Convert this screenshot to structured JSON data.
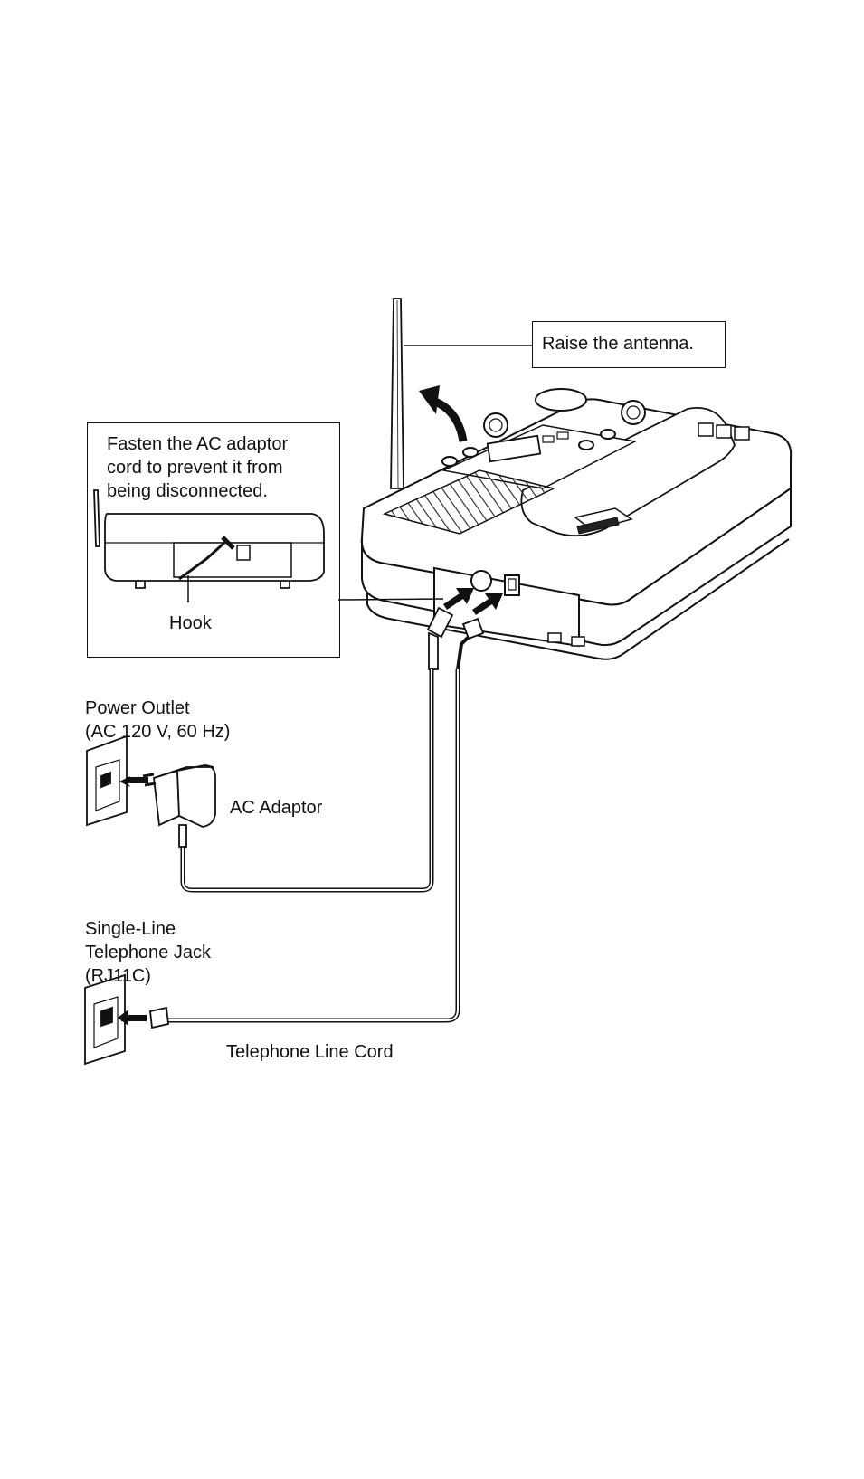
{
  "callouts": {
    "antenna": "Raise the antenna.",
    "inset_line1": "Fasten the AC adaptor",
    "inset_line2": "cord to prevent it from",
    "inset_line3": "being disconnected.",
    "hook": "Hook"
  },
  "labels": {
    "power_outlet_line1": "Power Outlet",
    "power_outlet_line2": "(AC 120 V, 60 Hz)",
    "ac_adaptor": "AC Adaptor",
    "jack_line1": "Single-Line",
    "jack_line2": "Telephone Jack",
    "jack_line3": "(RJ11C)",
    "line_cord": "Telephone Line Cord"
  },
  "icons": {
    "base_unit": "phone-base-unit-icon",
    "antenna": "antenna-icon",
    "adaptor": "ac-adaptor-icon",
    "wall_outlet": "wall-outlet-icon",
    "wall_jack": "wall-jack-icon"
  }
}
